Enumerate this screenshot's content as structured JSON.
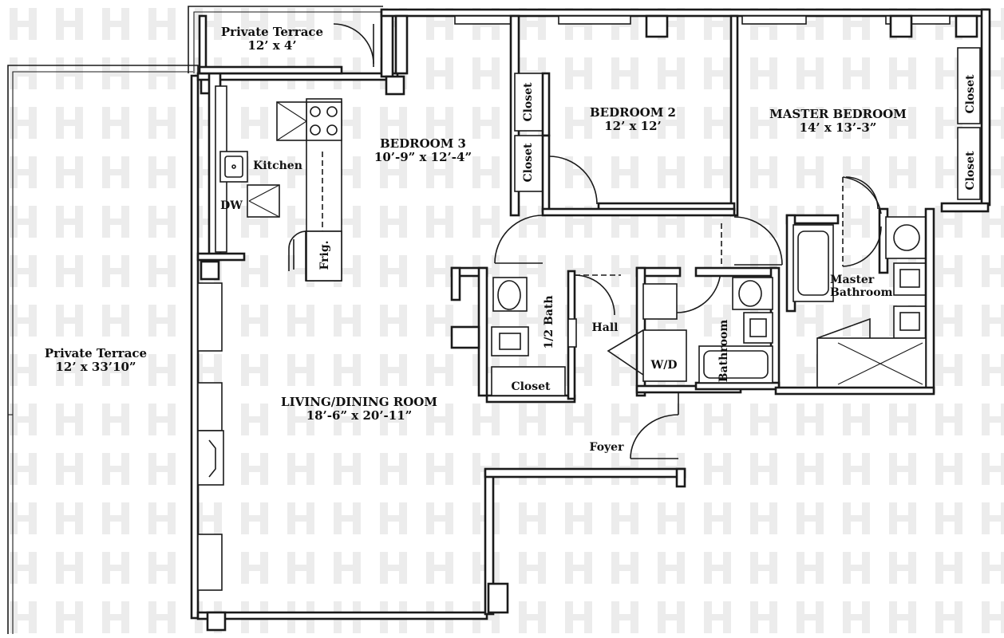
{
  "watermark_glyph": "H",
  "rooms": {
    "private_terrace_top": {
      "name": "Private Terrace",
      "dims": "12’ x 4’"
    },
    "private_terrace_left": {
      "name": "Private Terrace",
      "dims": "12’ x 33’10”"
    },
    "kitchen": {
      "name": "Kitchen"
    },
    "bedroom3": {
      "name": "BEDROOM 3",
      "dims": "10’-9” x 12’-4”"
    },
    "bedroom2": {
      "name": "BEDROOM 2",
      "dims": "12’ x 12’"
    },
    "master_bedroom": {
      "name": "MASTER BEDROOM",
      "dims": "14’ x 13’-3”"
    },
    "living_dining": {
      "name": "LIVING/DINING ROOM",
      "dims": "18’-6” x 20’-11”"
    },
    "half_bath": {
      "name": "1/2 Bath"
    },
    "hall": {
      "name": "Hall"
    },
    "bathroom": {
      "name": "Bathroom"
    },
    "master_bathroom": {
      "name": "Master",
      "name2": "Bathroom"
    },
    "foyer": {
      "name": "Foyer"
    }
  },
  "fixtures": {
    "dw": "DW",
    "frig": "Frig.",
    "wd": "W/D",
    "closet": "Closet"
  },
  "colors": {
    "wall": "#1a1a1a",
    "watermark": "#ececec"
  }
}
